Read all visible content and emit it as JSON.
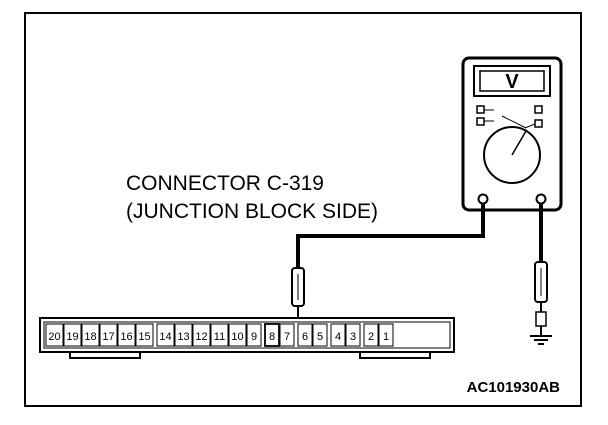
{
  "figure": {
    "connector_label_line1": "CONNECTOR C-319",
    "connector_label_line2": "(JUNCTION BLOCK SIDE)",
    "meter_display": "V",
    "figure_code": "AC101930AB",
    "pins": [
      "20",
      "19",
      "18",
      "17",
      "16",
      "15",
      "14",
      "13",
      "12",
      "11",
      "10",
      "9",
      "8",
      "7",
      "6",
      "5",
      "4",
      "3",
      "2",
      "1"
    ],
    "probed_pin": "8",
    "colors": {
      "line": "#000000",
      "background": "#ffffff"
    }
  }
}
